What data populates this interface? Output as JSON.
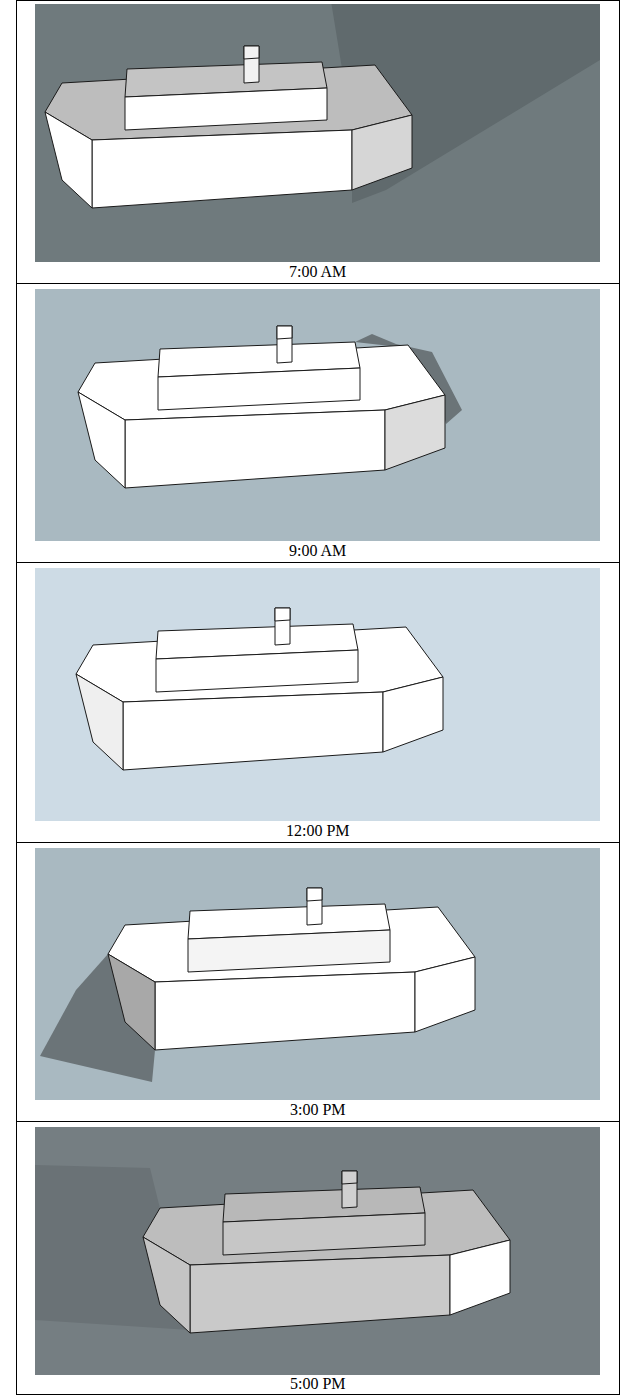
{
  "diagram": {
    "labels": [
      "7:00 AM",
      "9:00 AM",
      "12:00 PM",
      "3:00 PM",
      "5:00 PM"
    ]
  }
}
